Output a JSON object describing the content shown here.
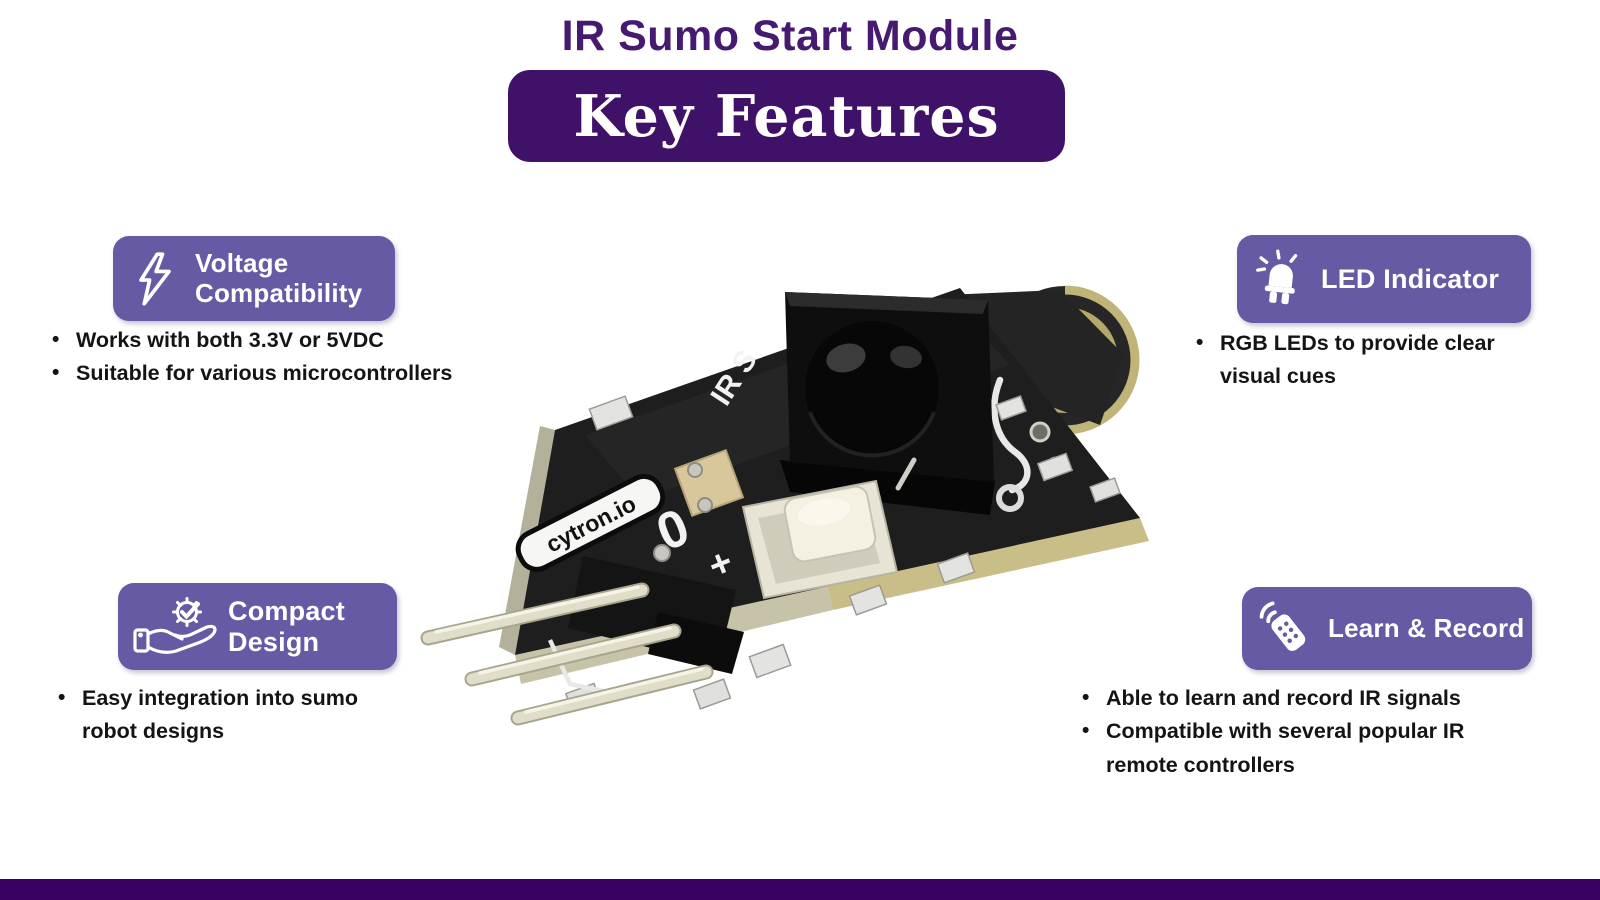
{
  "header": {
    "title": "IR Sumo Start Module",
    "banner": "Key Features"
  },
  "features": {
    "voltage": {
      "title_line1": "Voltage",
      "title_line2": "Compatibility",
      "icon": "lightning-bolt",
      "bullets": [
        "Works with both 3.3V or 5VDC",
        "Suitable for various microcontrollers"
      ]
    },
    "led": {
      "title": "LED Indicator",
      "icon": "led-bulb",
      "bullets": [
        "RGB LEDs to provide clear visual cues"
      ]
    },
    "compact": {
      "title_line1": "Compact",
      "title_line2": "Design",
      "icon": "hand-holding-gear",
      "bullets": [
        "Easy integration into sumo robot designs"
      ]
    },
    "learn": {
      "title": "Learn & Record",
      "icon": "ir-remote-control",
      "bullets": [
        "Able to learn and record IR signals",
        "Compatible with several popular IR remote controllers"
      ]
    }
  },
  "product": {
    "description": "IR Sumo Start Module PCB photo",
    "brand_label": "cytron.io",
    "silkscreen": {
      "ir_s": "IR S",
      "zero": "0",
      "plus": "+",
      "s": "S"
    }
  },
  "colors": {
    "badge_purple": "#665aa5",
    "banner_purple": "#3f1168",
    "title_purple": "#451a70",
    "footer_purple": "#3a0161",
    "bullet_text": "#141414"
  }
}
